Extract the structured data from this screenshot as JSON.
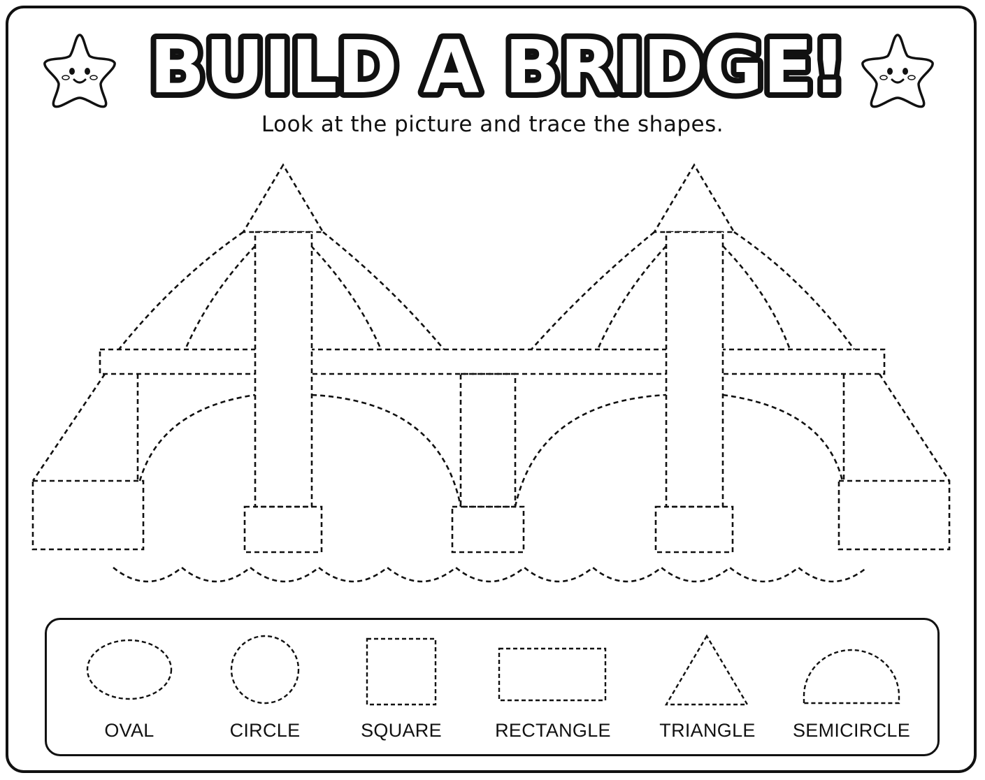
{
  "worksheet": {
    "title": "BUILD A BRIDGE!",
    "instructions": "Look at the picture and trace the shapes."
  },
  "decorations": {
    "left_icon": "smiling-star-icon",
    "right_icon": "smiling-star-icon"
  },
  "shapes": [
    {
      "label": "OVAL",
      "icon": "oval-icon"
    },
    {
      "label": "CIRCLE",
      "icon": "circle-icon"
    },
    {
      "label": "SQUARE",
      "icon": "square-icon"
    },
    {
      "label": "RECTANGLE",
      "icon": "rectangle-icon"
    },
    {
      "label": "TRIANGLE",
      "icon": "triangle-icon"
    },
    {
      "label": "SEMICIRCLE",
      "icon": "semicircle-icon"
    }
  ],
  "colors": {
    "ink": "#111111",
    "paper": "#ffffff"
  }
}
